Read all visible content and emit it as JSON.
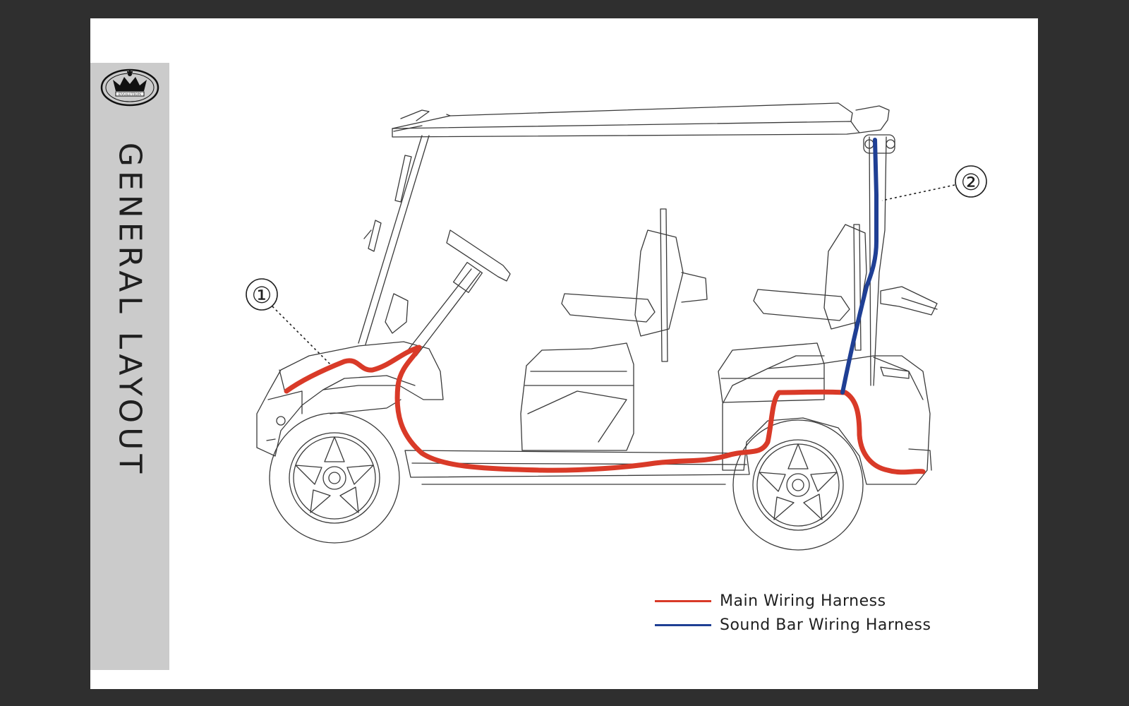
{
  "page": {
    "title": "GENERAL LAYOUT",
    "logo_text": "EVOLUTION"
  },
  "callouts": [
    {
      "label": "①",
      "target": "front-dash-harness"
    },
    {
      "label": "②",
      "target": "rear-roof-pillar-harness"
    }
  ],
  "legend": [
    {
      "label": "Main Wiring Harness",
      "color": "#d93a28"
    },
    {
      "label": "Sound Bar Wiring Harness",
      "color": "#1f3f94"
    }
  ],
  "colors": {
    "background": "#2f2f2f",
    "sheet": "#ffffff",
    "side_band": "#cbcbcb",
    "main_harness": "#d93a28",
    "sound_bar_harness": "#1f3f94",
    "line_art": "#3a3a3a"
  }
}
